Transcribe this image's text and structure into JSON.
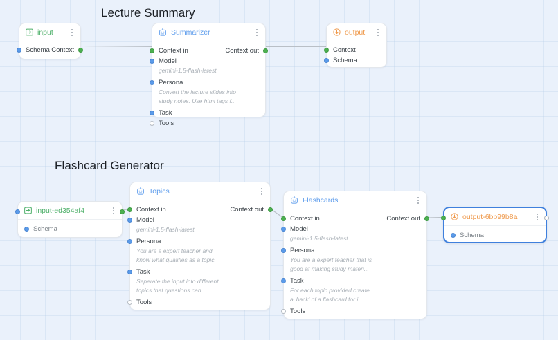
{
  "canvas": {
    "background_color": "#eaf1fb",
    "grid_color": "#bad0eb",
    "selection_color": "#3f80dd"
  },
  "groups": [
    {
      "title": "Lecture Summary"
    },
    {
      "title": "Flashcard Generator"
    }
  ],
  "nodes": {
    "input": {
      "title": "input",
      "icon": "input-arrow-icon",
      "accent": "#4eb06a",
      "ports": [
        {
          "label": "Schema",
          "side": "left",
          "color": "blue"
        },
        {
          "label": "Context",
          "side": "right",
          "color": "green"
        }
      ]
    },
    "summarizer": {
      "title": "Summarizer",
      "icon": "robot-icon",
      "accent": "#5d9cec",
      "context_in": "Context in",
      "context_out": "Context out",
      "model_label": "Model",
      "model_value": "gemini-1.5-flash-latest",
      "persona_label": "Persona",
      "persona_value_line1": "Convert the lecture slides into",
      "persona_value_line2": "study notes. Use html tags f...",
      "task_label": "Task",
      "tools_label": "Tools"
    },
    "output": {
      "title": "output",
      "icon": "output-arrow-icon",
      "accent": "#ef9a4d",
      "ports": [
        {
          "label": "Context",
          "side": "left",
          "color": "green"
        },
        {
          "label": "Schema",
          "side": "left",
          "color": "blue"
        }
      ]
    },
    "input_ed354af4": {
      "title": "input-ed354af4",
      "icon": "input-arrow-icon",
      "accent": "#4eb06a",
      "schema_label": "Schema"
    },
    "topics": {
      "title": "Topics",
      "icon": "robot-icon",
      "accent": "#5d9cec",
      "context_in": "Context in",
      "context_out": "Context out",
      "model_label": "Model",
      "model_value": "gemini-1.5-flash-latest",
      "persona_label": "Persona",
      "persona_value_line1": "You are a expert teacher and",
      "persona_value_line2": "know what qualifies as a topic.",
      "task_label": "Task",
      "task_value_line1": "Seperate the input into different",
      "task_value_line2": "topics that questions can ...",
      "tools_label": "Tools"
    },
    "flashcards": {
      "title": "Flashcards",
      "icon": "robot-icon",
      "accent": "#5d9cec",
      "context_in": "Context in",
      "context_out": "Context out",
      "model_label": "Model",
      "model_value": "gemini-1.5-flash-latest",
      "persona_label": "Persona",
      "persona_value_line1": "You are a expert teacher that is",
      "persona_value_line2": "good at making study materi...",
      "task_label": "Task",
      "task_value_line1": "For each topic provided create",
      "task_value_line2": "a 'back' of a flashcard for i...",
      "tools_label": "Tools"
    },
    "output_6bb99b8a": {
      "title": "output-6bb99b8a",
      "icon": "output-arrow-icon",
      "accent": "#ef9a4d",
      "selected": true,
      "schema_label": "Schema"
    }
  }
}
